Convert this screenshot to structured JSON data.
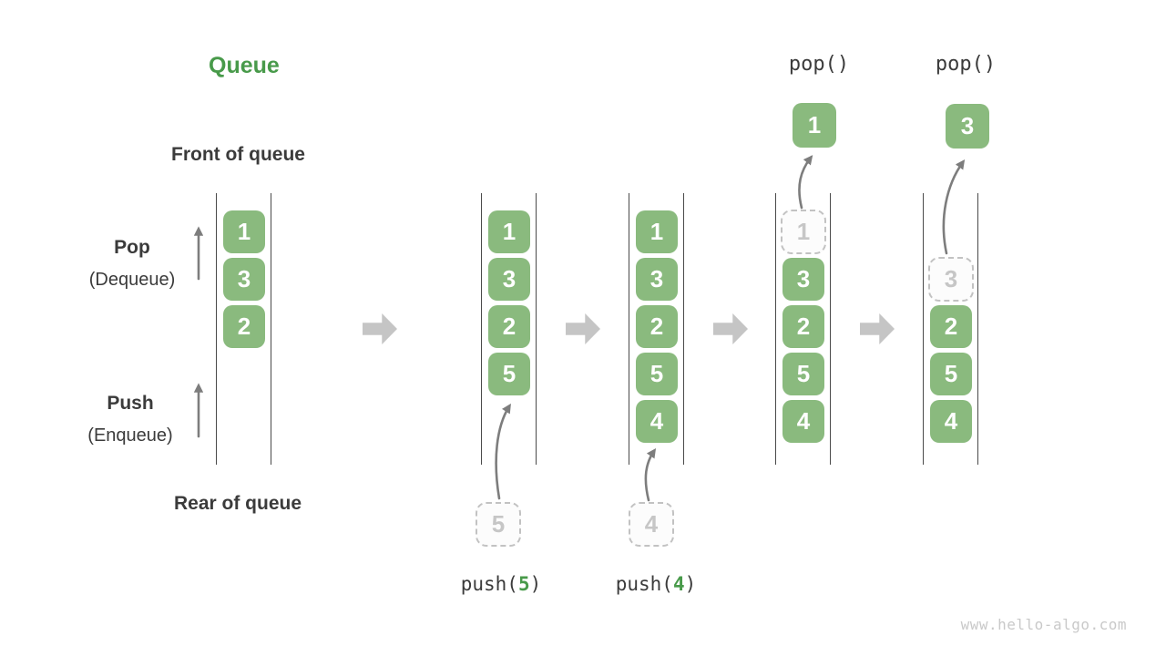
{
  "page": {
    "title": "Queue",
    "watermark": "www.hello-algo.com"
  },
  "labels": {
    "front_of_queue": "Front of queue",
    "rear_of_queue": "Rear of queue",
    "pop": "Pop",
    "pop_sub": "(Dequeue)",
    "push": "Push",
    "push_sub": "(Enqueue)"
  },
  "colors": {
    "box_green": "#8aba7e",
    "accent_green": "#489a4a",
    "dark_text": "#3b3b3b",
    "block_arrow_gray": "#c5c5c5",
    "dashed_border_gray": "#c2c2c2",
    "column_line": "#4a4a4a"
  },
  "stages": [
    {
      "name": "initial",
      "cells": [
        {
          "slot": 0,
          "v": "1",
          "t": "solid"
        },
        {
          "slot": 1,
          "v": "3",
          "t": "solid"
        },
        {
          "slot": 2,
          "v": "2",
          "t": "solid"
        }
      ]
    },
    {
      "name": "push-5",
      "cells": [
        {
          "slot": 0,
          "v": "1",
          "t": "solid"
        },
        {
          "slot": 1,
          "v": "3",
          "t": "solid"
        },
        {
          "slot": 2,
          "v": "2",
          "t": "solid"
        },
        {
          "slot": 3,
          "v": "5",
          "t": "solid"
        }
      ],
      "push": {
        "source": "5",
        "label_pre": "push(",
        "label_arg": "5",
        "label_post": ")"
      }
    },
    {
      "name": "push-4",
      "cells": [
        {
          "slot": 0,
          "v": "1",
          "t": "solid"
        },
        {
          "slot": 1,
          "v": "3",
          "t": "solid"
        },
        {
          "slot": 2,
          "v": "2",
          "t": "solid"
        },
        {
          "slot": 3,
          "v": "5",
          "t": "solid"
        },
        {
          "slot": 4,
          "v": "4",
          "t": "solid"
        }
      ],
      "push": {
        "source": "4",
        "label_pre": "push(",
        "label_arg": "4",
        "label_post": ")"
      }
    },
    {
      "name": "pop-1",
      "cells": [
        {
          "slot": 0,
          "v": "1",
          "t": "dashed"
        },
        {
          "slot": 1,
          "v": "3",
          "t": "solid"
        },
        {
          "slot": 2,
          "v": "2",
          "t": "solid"
        },
        {
          "slot": 3,
          "v": "5",
          "t": "solid"
        },
        {
          "slot": 4,
          "v": "4",
          "t": "solid"
        }
      ],
      "pop": {
        "label": "pop()",
        "value": "1"
      }
    },
    {
      "name": "pop-3",
      "cells": [
        {
          "slot": 1,
          "v": "3",
          "t": "dashed"
        },
        {
          "slot": 2,
          "v": "2",
          "t": "solid"
        },
        {
          "slot": 3,
          "v": "5",
          "t": "solid"
        },
        {
          "slot": 4,
          "v": "4",
          "t": "solid"
        }
      ],
      "pop": {
        "label": "pop()",
        "value": "3"
      }
    }
  ]
}
